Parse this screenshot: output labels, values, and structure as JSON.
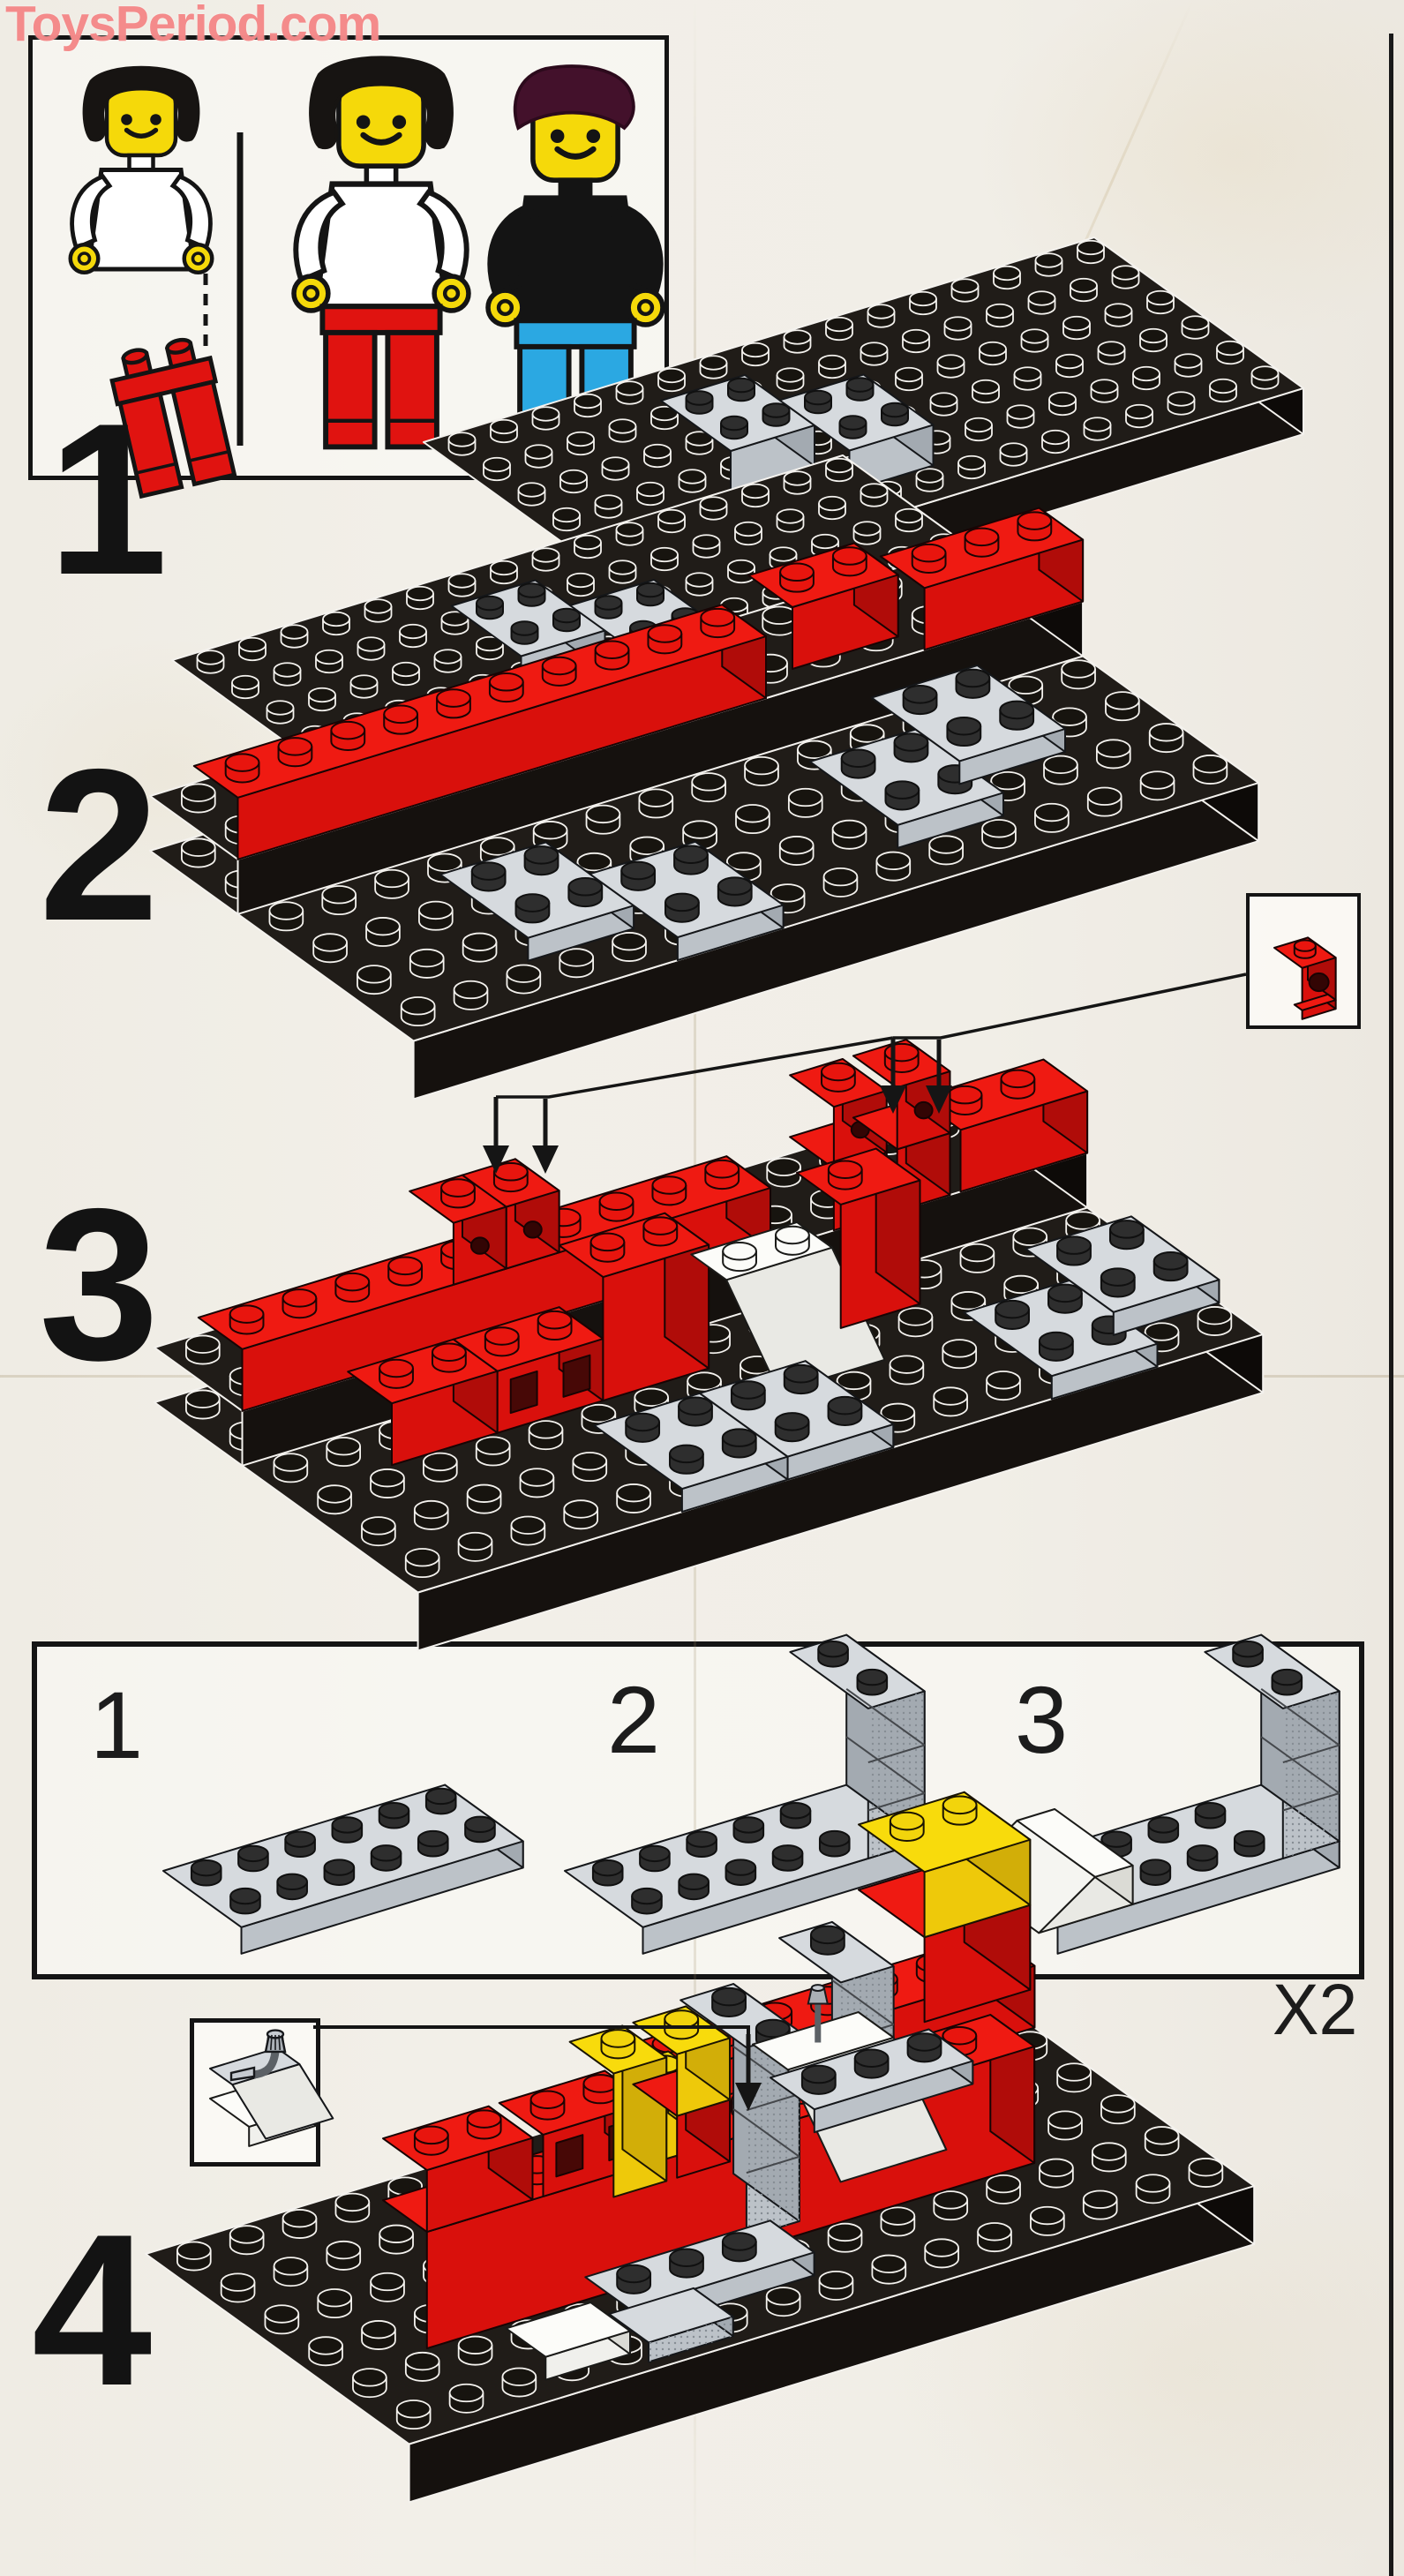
{
  "watermark": {
    "text": "ToysPeriod.com",
    "color": "#f38585"
  },
  "steps": [
    {
      "label": "1"
    },
    {
      "label": "2"
    },
    {
      "label": "3"
    },
    {
      "label": "4"
    }
  ],
  "subassembly": {
    "steps": [
      {
        "label": "1"
      },
      {
        "label": "2"
      },
      {
        "label": "3"
      }
    ],
    "multiplier_label": "X2"
  },
  "colors": {
    "paper": "#f1eee7",
    "brick_red": "#e01310",
    "brick_yellow": "#f6d60a",
    "brick_black": "#1b1713",
    "brick_gray": "#c9ced4",
    "brick_white": "#fbfbf8",
    "legs_blue": "#2ba8e2",
    "minifig_skin": "#f5d90a",
    "outline_black": "#141414",
    "outline_white": "#ffffff"
  }
}
